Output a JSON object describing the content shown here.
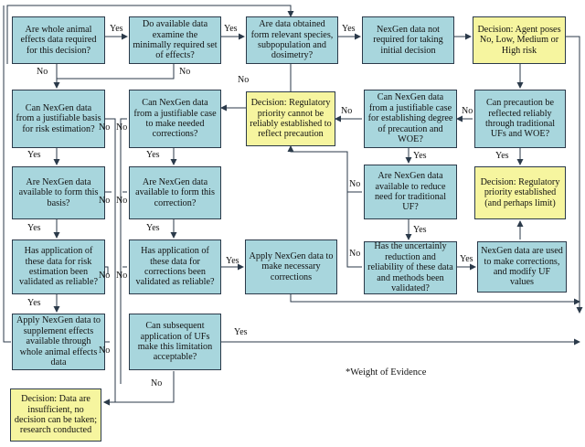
{
  "boxes": {
    "b1": "Are whole animal effects data required for this decision?",
    "b2": "Do available data examine the minimally required set of effects?",
    "b3": "Are data obtained form relevant species, subpopulation and dosimetry?",
    "b4": "NexGen data not required for taking initial decision",
    "b5": "Decision: Agent poses No, Low, Medium or High risk",
    "b6": "Can NexGen data from a justifiable basis for risk estimation?",
    "b7": "Can NexGen data from a justifiable case to make needed corrections?",
    "b8": "Decision: Regulatory priority cannot be reliably established to reflect precaution",
    "b9": "Can NexGen data from a justifiable case for establishing degree of precaution and WOE?",
    "b10": "Can precaution be reflected reliably through traditional UFs and WOE?",
    "b11": "Are NexGen data available to form this basis?",
    "b12": "Are NexGen data available to form this correction?",
    "b13": "Are NexGen data available to reduce need for traditional UF?",
    "b14": "Decision: Regulatory priority established (and perhaps limit)",
    "b15": "Has application of these data for risk estimation been validated as reliable?",
    "b16": "Has application of these data for corrections been validated as reliable?",
    "b17": "Apply NexGen data to make necessary corrections",
    "b18": "Has the uncertainly reduction and reliability of these data and methods been validated?",
    "b19": "NexGen data are used to make corrections, and modify UF values",
    "b20": "Apply NexGen data to supplement effects available through whole animal effects data",
    "b21": "Can subsequent application of UFs make this limitation acceptable?",
    "b22": "Decision: Data are insufficient, no decision can be taken; research conducted"
  },
  "labels": {
    "yes": "Yes",
    "no": "No"
  },
  "footnote": "*Weight of Evidence",
  "colors": {
    "question_fill": "#a8d6dd",
    "decision_fill": "#f6f59f",
    "line": "#2b3a4a"
  }
}
